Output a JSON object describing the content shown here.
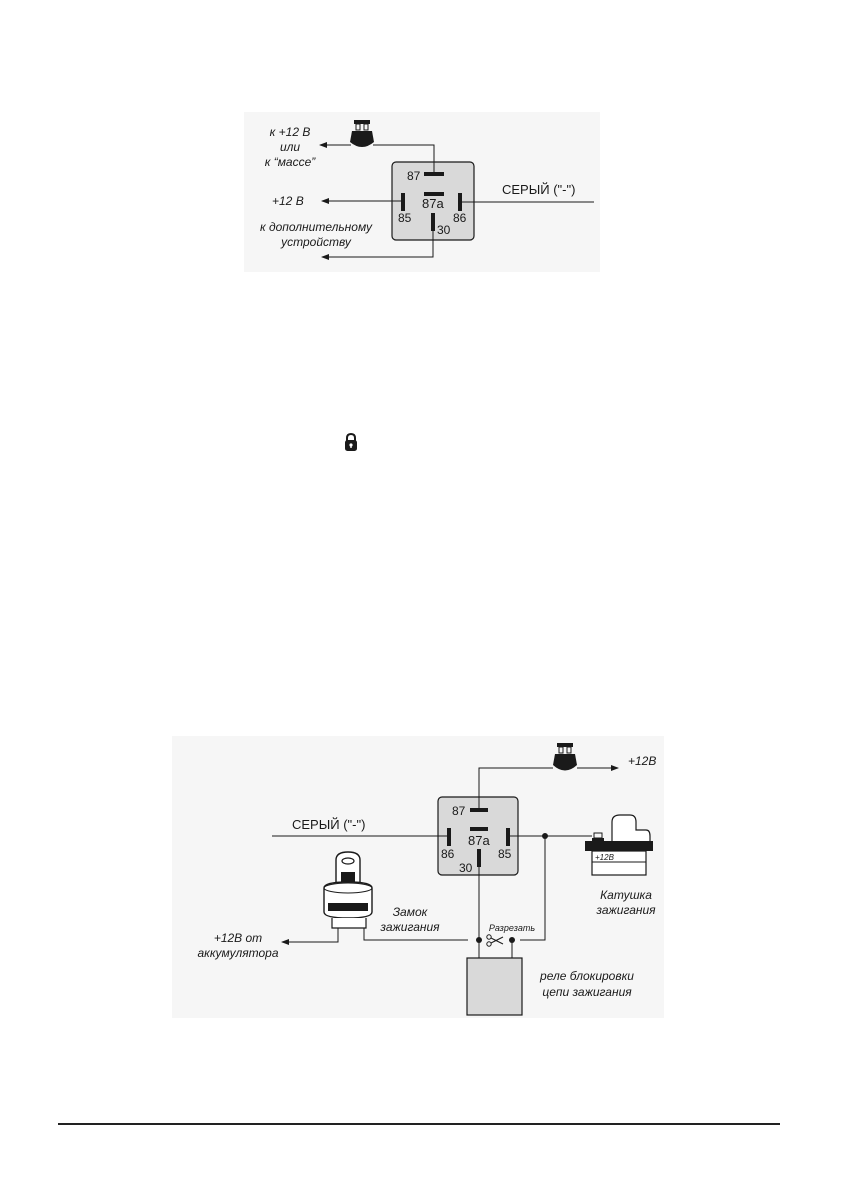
{
  "colors": {
    "ink": "#1a1a1a",
    "relay_fill": "#d9d9d9",
    "box_fill": "#d9d9d9",
    "backdrop": "#f6f6f6"
  },
  "diagram1": {
    "pins": {
      "p87": "87",
      "p87a": "87a",
      "p85": "85",
      "p86": "86",
      "p30": "30"
    },
    "label_12v_or_ground": [
      "к +12 В",
      "или",
      "к “массе”"
    ],
    "label_12v": "+12 В",
    "label_extra_device": [
      "к дополнительному",
      "устройству"
    ],
    "label_grey": "СЕРЫЙ (\"-\")"
  },
  "diagram2": {
    "pins": {
      "p87": "87",
      "p87a": "87a",
      "p85": "85",
      "p86": "86",
      "p30": "30"
    },
    "label_12v": "+12В",
    "label_grey": "СЕРЫЙ (\"-\")",
    "label_battery": [
      "+12В от",
      "аккумулятора"
    ],
    "label_ignition_lock": [
      "Замок",
      "зажигания"
    ],
    "label_cut": "Разрезать",
    "label_coil": [
      "Катушка",
      "зажигания"
    ],
    "label_coil_plate": "+12В",
    "label_block_relay": [
      "реле блокировки",
      "цепи зажигания"
    ]
  }
}
